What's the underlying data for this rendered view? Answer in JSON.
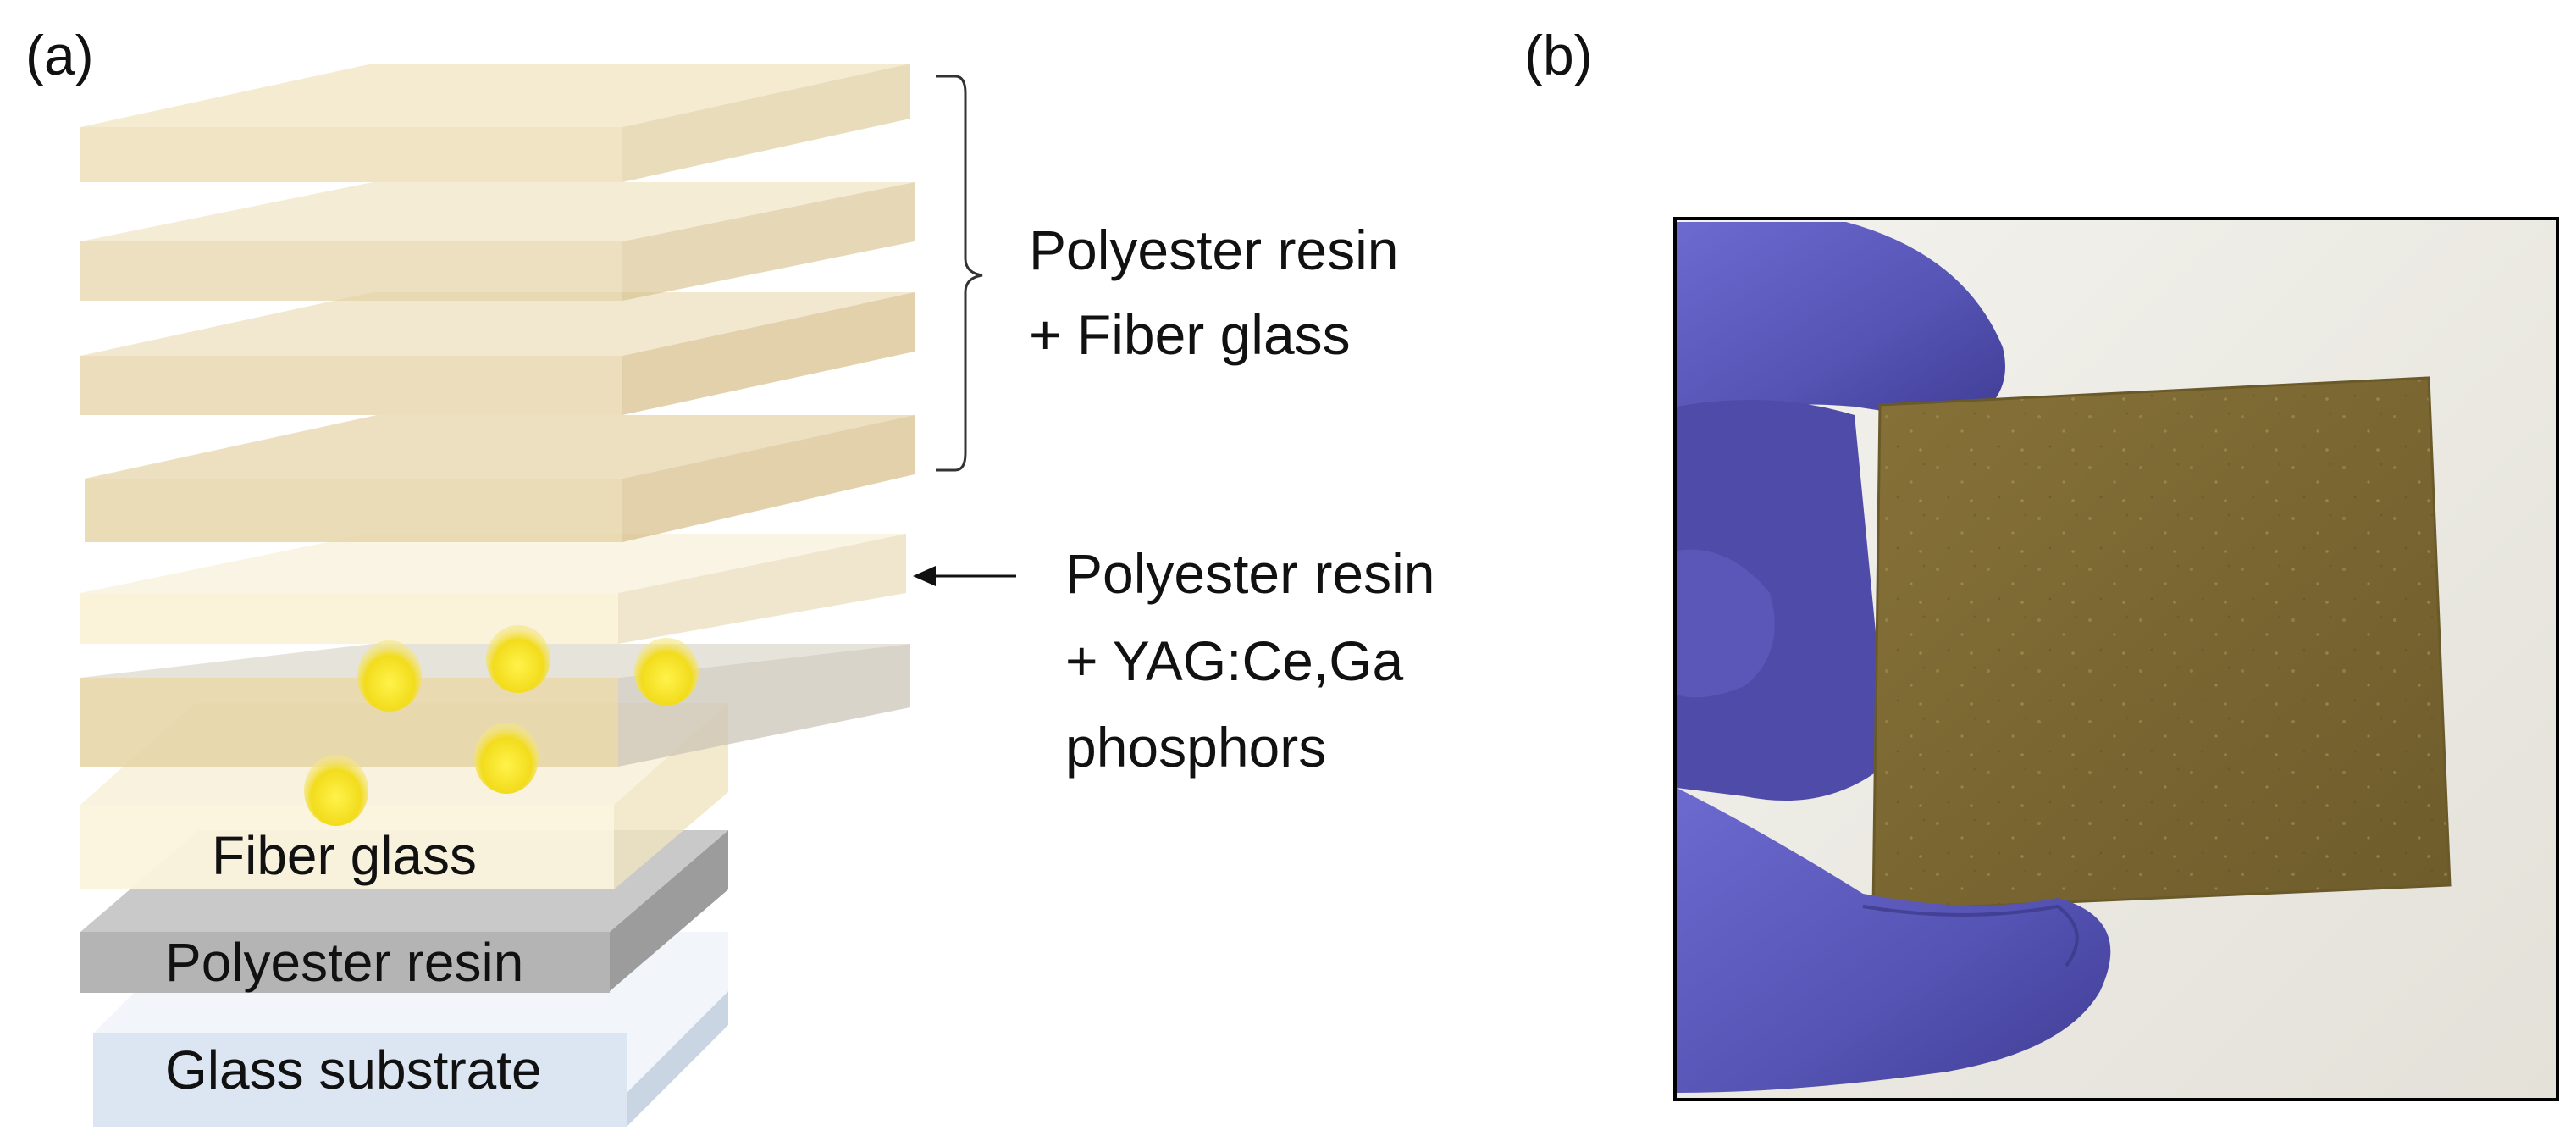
{
  "panel_a": {
    "label": "(a)",
    "layers_bottom_up": [
      {
        "label": "Glass substrate",
        "color": "#dbe6f2"
      },
      {
        "label": "Polyester resin",
        "color": "#b4b4b4"
      },
      {
        "label": "Fiber glass",
        "color": "#fbf3dc"
      },
      {
        "label": "",
        "color": "#e5d3a5"
      },
      {
        "label": "",
        "color": "#fbf1d6"
      },
      {
        "label": "",
        "color": "#e5d3a5"
      },
      {
        "label": "",
        "color": "#e5d3a5"
      },
      {
        "label": "",
        "color": "#e5d3a5"
      },
      {
        "label": "",
        "color": "#e5d3a5"
      }
    ],
    "bracket_label": {
      "line1": "Polyester resin",
      "line2": "+ Fiber glass"
    },
    "arrow_label": {
      "line1": "Polyester resin",
      "line2": "+ YAG:Ce,Ga",
      "line3": "phosphors"
    },
    "phosphor_color": "#f2dc1c"
  },
  "panel_b": {
    "label": "(b)",
    "photo_description_colors": {
      "glove": "#5b58b8",
      "sample": "#7d6a34",
      "background": "#eceae3"
    }
  }
}
